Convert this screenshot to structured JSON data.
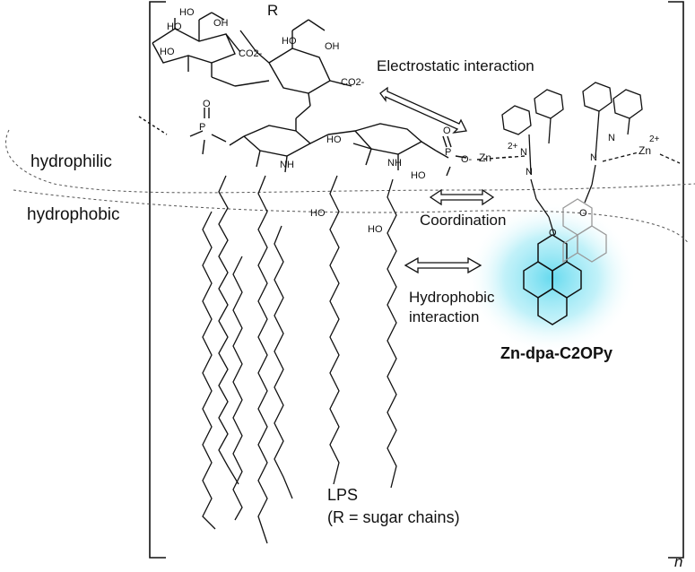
{
  "regions": {
    "hydrophilic": "hydrophilic",
    "hydrophobic": "hydrophobic"
  },
  "interactions": {
    "electrostatic": "Electrostatic interaction",
    "coordination": "Coordination",
    "hydrophobic_line1": "Hydrophobic",
    "hydrophobic_line2": "interaction"
  },
  "compound_name": "Zn-dpa-C2OPy",
  "lps": {
    "line1": "LPS",
    "line2": "(R = sugar chains)"
  },
  "repeat_label": "n",
  "atoms": {
    "r": "R",
    "ho": "HO",
    "oh": "OH",
    "o": "O",
    "p": "P",
    "nh": "NH",
    "n": "N",
    "zn": "Zn",
    "zn2": "Zn",
    "charge2": "2+",
    "co2": "CO2-",
    "ominus": "O-"
  },
  "colors": {
    "glow": "#5fd8ee",
    "ink": "#111111",
    "faint": "#9a9a9a"
  }
}
